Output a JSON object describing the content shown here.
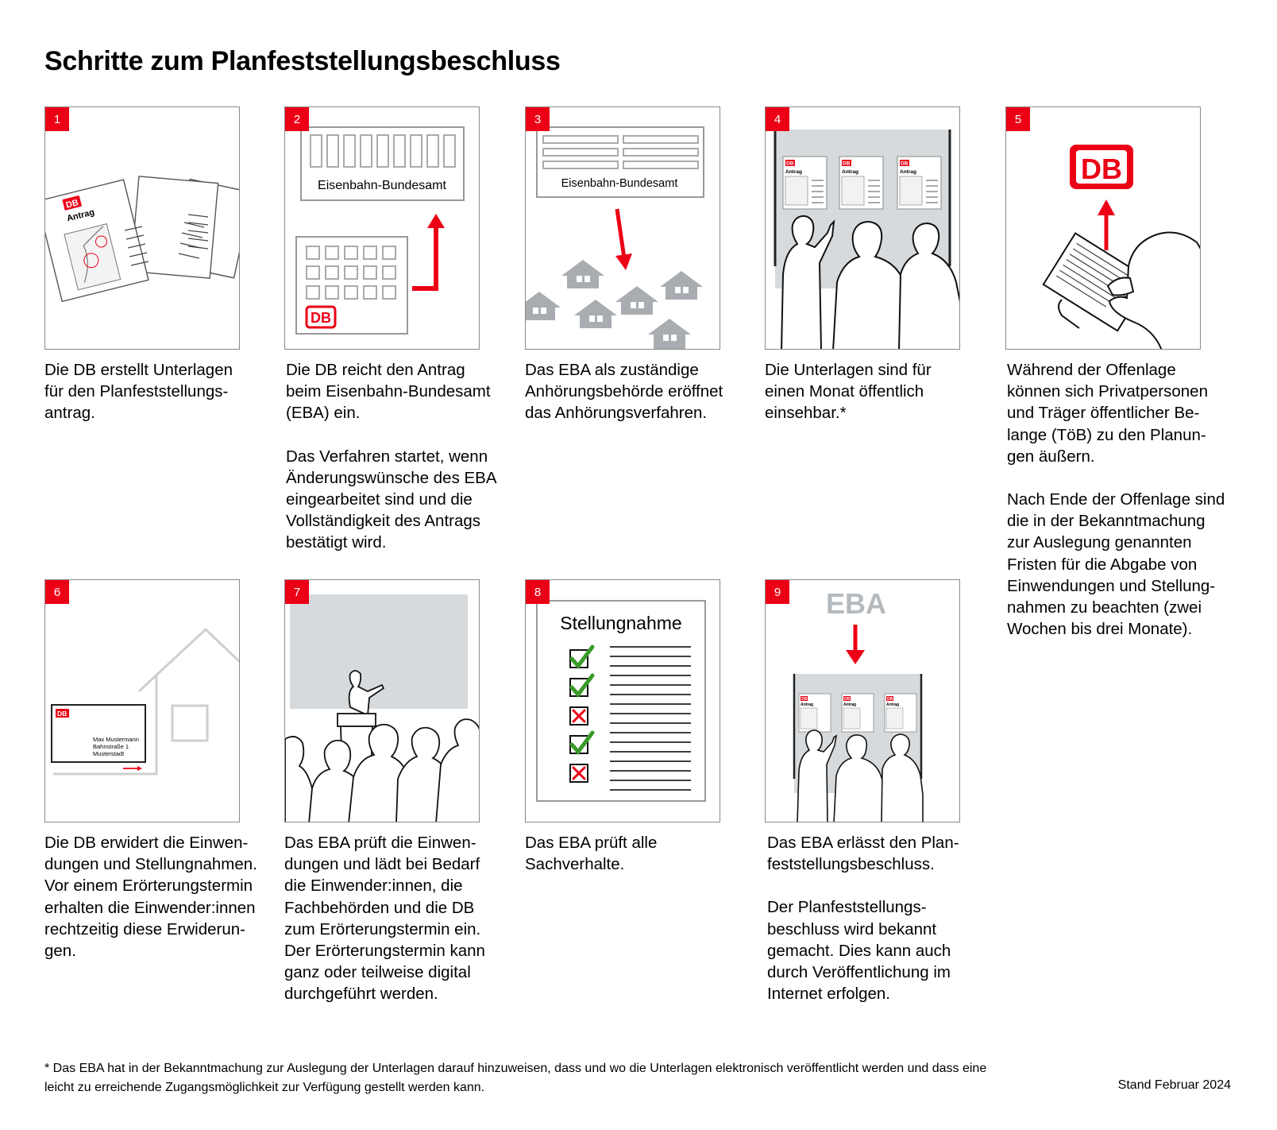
{
  "title": "Schritte zum Planfeststellungsbeschluss",
  "steps": [
    {
      "number": "1",
      "texts": [
        "Die DB erstellt Unterlagen für den Planfeststellungs-antrag."
      ],
      "art": {
        "doc_logo": "DB",
        "doc_label": "Antrag",
        "icon": "documents-icon"
      }
    },
    {
      "number": "2",
      "texts": [
        "Die DB reicht den Antrag beim Eisenbahn-Bundesamt (EBA) ein.",
        "Das Verfahren startet, wenn Änderungswünsche des EBA eingearbeitet sind und die Vollständigkeit des Antrags bestätigt wird."
      ],
      "art": {
        "building_label": "Eisenbahn-Bundesamt",
        "db_logo": "DB",
        "icon": "buildings-arrow-icon"
      }
    },
    {
      "number": "3",
      "texts": [
        "Das EBA als zuständige Anhörungsbehörde eröffnet das Anhörungsverfahren."
      ],
      "art": {
        "building_label": "Eisenbahn-Bundesamt",
        "icon": "houses-arrow-icon"
      }
    },
    {
      "number": "4",
      "texts": [
        "Die Unterlagen sind für einen Monat öffentlich einsehbar.*"
      ],
      "art": {
        "poster_logo": "DB",
        "poster_label": "Antrag",
        "icon": "people-viewing-posters-icon"
      }
    },
    {
      "number": "5",
      "texts": [
        "Während der Offenlage können sich Privatpersonen und Träger öffentlicher Be-lange (TöB) zu den Planun-gen äußern.",
        "Nach Ende der Offenlage sind die in der Bekanntmachung zur Auslegung genannten Fristen für die Abgabe von Einwendungen und Stellung-nahmen zu beachten (zwei Wochen bis drei Monate)."
      ],
      "art": {
        "db_logo": "DB",
        "icon": "person-writing-icon"
      }
    },
    {
      "number": "6",
      "texts": [
        "Die DB erwidert die Einwen-dungen und Stellungnahmen. Vor einem Erörterungstermin erhalten die Einwender:innen rechtzeitig diese Erwiderun-gen."
      ],
      "art": {
        "letter_logo": "DB",
        "address_lines": [
          "Max Mustermann",
          "Bahnstraße 1",
          "Musterstadt"
        ],
        "icon": "letter-house-icon"
      }
    },
    {
      "number": "7",
      "texts": [
        "Das EBA prüft die Einwen-dungen und lädt bei Bedarf die Einwender:innen, die Fachbehörden und die DB zum Erörterungstermin ein. Der Erörterungstermin kann ganz oder teilweise digital durchgeführt werden."
      ],
      "art": {
        "icon": "presentation-audience-icon"
      }
    },
    {
      "number": "8",
      "texts": [
        "Das EBA prüft alle Sachverhalte."
      ],
      "art": {
        "sheet_title": "Stellungnahme",
        "checks": [
          "check",
          "check",
          "cross",
          "check",
          "cross"
        ],
        "icon": "checklist-icon"
      }
    },
    {
      "number": "9",
      "texts": [
        "Das EBA erlässt den Plan-feststellungsbeschluss.",
        "Der Planfeststellungs-beschluss wird bekannt gemacht. Dies kann auch durch Veröffentlichung im Internet erfolgen."
      ],
      "art": {
        "authority_label": "EBA",
        "poster_logo": "DB",
        "poster_label": "Antrag",
        "icon": "eba-publishes-icon"
      }
    }
  ],
  "footnote": "* Das EBA hat in der Bekanntmachung zur Auslegung der Unterlagen darauf hinzuweisen, dass und wo die Unterlagen elektronisch veröffentlicht werden und dass eine leicht zu erreichende Zugangsmöglichkeit zur Verfügung gestellt werden kann.",
  "stand": "Stand Februar 2024",
  "colors": {
    "accent": "#ec0016",
    "line": "#8a8a8a",
    "grey_fill": "#d7dadd",
    "check": "#3a9a2a",
    "text": "#000000"
  }
}
